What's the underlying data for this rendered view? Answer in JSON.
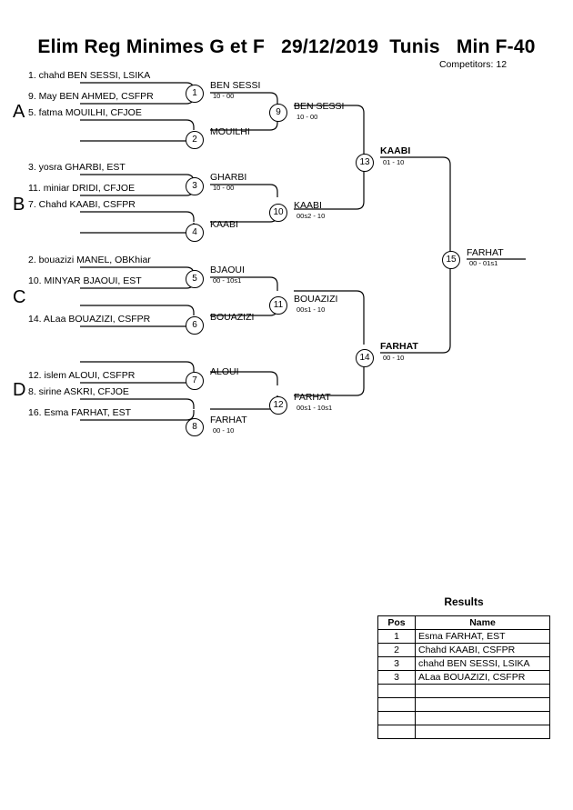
{
  "header": {
    "title": "Elim Reg Minimes G et F   29/12/2019  Tunis   Min F-40",
    "competitors": "Competitors: 12"
  },
  "groups": [
    {
      "label": "A"
    },
    {
      "label": "B"
    },
    {
      "label": "C"
    },
    {
      "label": "D"
    }
  ],
  "entries": [
    {
      "text": "1. chahd BEN SESSI, LSIKA"
    },
    {
      "text": "9. May BEN AHMED, CSFPR"
    },
    {
      "text": "5. fatma MOUILHI, CFJOE"
    },
    {
      "text": ""
    },
    {
      "text": "3. yosra GHARBI, EST"
    },
    {
      "text": "11. miniar DRIDI, CFJOE"
    },
    {
      "text": "7. Chahd KAABI, CSFPR"
    },
    {
      "text": ""
    },
    {
      "text": "2. bouazizi MANEL, OBKhiar"
    },
    {
      "text": "10. MINYAR BJAOUI, EST"
    },
    {
      "text": ""
    },
    {
      "text": "14. ALaa BOUAZIZI, CSFPR"
    },
    {
      "text": ""
    },
    {
      "text": "12. islem ALOUI, CSFPR"
    },
    {
      "text": "8. sirine ASKRI, CFJOE"
    },
    {
      "text": "16. Esma FARHAT, EST"
    }
  ],
  "matches": [
    {
      "number": "1",
      "winner": "BEN SESSI",
      "score": "10 - 00",
      "bold": false
    },
    {
      "number": "2",
      "winner": "MOUILHI",
      "score": "",
      "bold": false
    },
    {
      "number": "3",
      "winner": "GHARBI",
      "score": "10 - 00",
      "bold": false
    },
    {
      "number": "4",
      "winner": "KAABI",
      "score": "",
      "bold": false
    },
    {
      "number": "5",
      "winner": "BJAOUI",
      "score": "00 - 10s1",
      "bold": false
    },
    {
      "number": "6",
      "winner": "BOUAZIZI",
      "score": "",
      "bold": false
    },
    {
      "number": "7",
      "winner": "ALOUI",
      "score": "",
      "bold": false
    },
    {
      "number": "8",
      "winner": "FARHAT",
      "score": "00 - 10",
      "bold": false
    },
    {
      "number": "9",
      "winner": "BEN SESSI",
      "score": "10 - 00",
      "bold": false
    },
    {
      "number": "10",
      "winner": "KAABI",
      "score": "00s2 - 10",
      "bold": false
    },
    {
      "number": "11",
      "winner": "BOUAZIZI",
      "score": "00s1 - 10",
      "bold": false
    },
    {
      "number": "12",
      "winner": "FARHAT",
      "score": "00s1 - 10s1",
      "bold": false
    },
    {
      "number": "13",
      "winner": "KAABI",
      "score": "01 - 10",
      "bold": true
    },
    {
      "number": "14",
      "winner": "FARHAT",
      "score": "00 - 10",
      "bold": true
    },
    {
      "number": "15",
      "winner": "FARHAT",
      "score": "00 - 01s1",
      "bold": false
    }
  ],
  "results": {
    "title": "Results",
    "columns": [
      "Pos",
      "Name"
    ],
    "rows": [
      {
        "pos": "1",
        "name": "Esma FARHAT, EST"
      },
      {
        "pos": "2",
        "name": "Chahd KAABI, CSFPR"
      },
      {
        "pos": "3",
        "name": "chahd BEN SESSI, LSIKA"
      },
      {
        "pos": "3",
        "name": "ALaa BOUAZIZI, CSFPR"
      },
      {
        "pos": "",
        "name": ""
      },
      {
        "pos": "",
        "name": ""
      },
      {
        "pos": "",
        "name": ""
      },
      {
        "pos": "",
        "name": ""
      }
    ]
  }
}
